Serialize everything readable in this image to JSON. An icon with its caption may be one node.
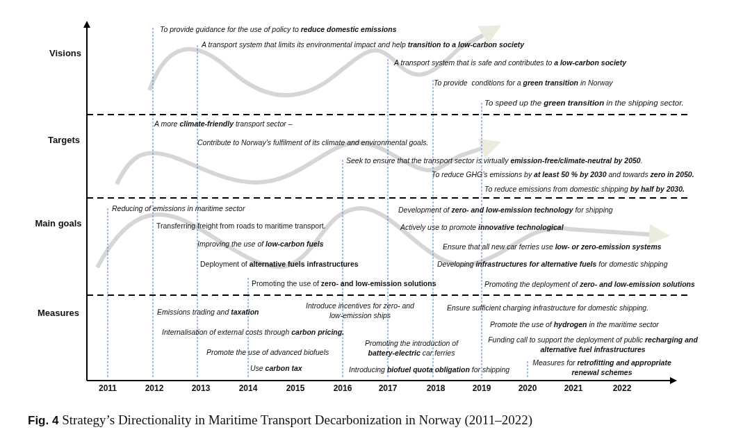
{
  "diagram": {
    "caption": "**Fig. 4** Strategy’s Directionality in Maritime Transport Decarbonization in Norway (2011–2022)",
    "labels": [
      "To provide guidance for the use of policy to **reduce domestic emissions**",
      "A transport system that limits its environmental impact and help **transition to a low-carbon society**",
      "Visions",
      "A transport system that is safe and contributes to **a low-carbon society**",
      "To provide  conditions for a **green transition** in Norway",
      "To speed up the **green transition** in the shipping sector.",
      "A more **climate-friendly** transport sector –",
      "Targets",
      "Contribute to Norway’s fulfilment of its climate and environmental goals.",
      "Seek to ensure that the transport sector is virtually **emission-free/climate-neutral by 2050**.",
      "To reduce GHG’s emissions by **at least 50 % by 2030** and towards **zero in 2050.**",
      "To reduce emissions from domestic shipping **by half by 2030.**",
      "Reducing of emissions in maritime sector",
      "Development of **zero- and low-emission technology** for shipping",
      "Main goals",
      "Transferring freight from roads to maritime transport.",
      "Actively use to promote **innovative technological**",
      "Improving the use of **low-carbon fuels**",
      "Ensure that all new car ferries use **low- or zero-emission systems**",
      "Deployment of **alternative fuels infrastructures**",
      "Developing **infrastructures for alternative fuels** for domestic shipping",
      "Promoting the use of **zero- and low-emission solutions**",
      "Promoting the deployment of **zero- and low-emission solutions**",
      "Introduce incentives for zero- and low-emission ships",
      "Ensure sufficient charging infrastructure for domestic shipping.",
      "Measures",
      "Emissions trading and **taxation**",
      "Promote the use of **hydrogen** in the maritime sector",
      "Internalisation of external costs through **carbon pricing.**",
      "Promoting the introduction of **battery-electric** car ferries",
      "Funding call to support the deployment of public **recharging and alternative fuel infrastructures**",
      "Promote the use of advanced biofuels",
      "Measures for **retrofitting and appropriate renewal schemes**",
      "Use **carbon tax**",
      "Introducing **biofuel quota obligation** for shipping",
      "2011",
      "2012",
      "2013",
      "2014",
      "2015",
      "2016",
      "2017",
      "2018",
      "2019",
      "2020",
      "2021",
      "2022"
    ]
  }
}
